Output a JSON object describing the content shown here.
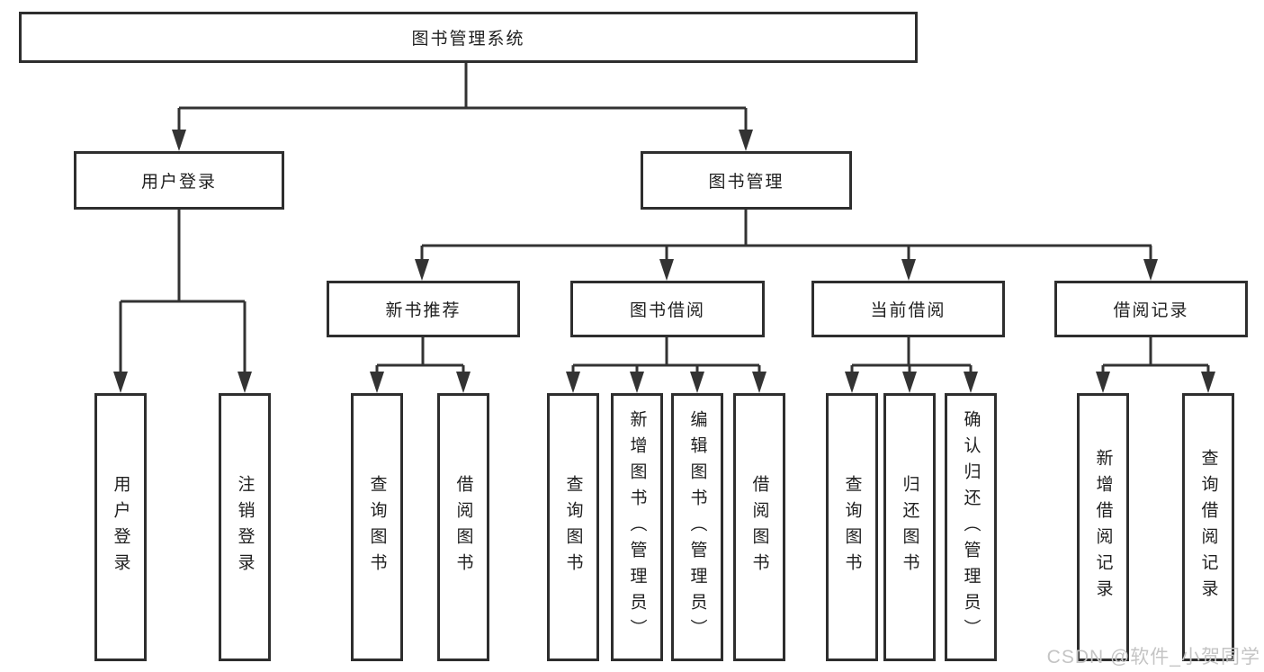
{
  "diagram": {
    "type": "hierarchy-tree",
    "colors": {
      "line": "#333333",
      "box_border": "#2e2e2e",
      "box_bg": "#ffffff",
      "text": "#1f1f1f",
      "watermark": "#c4c4c4",
      "background": "#ffffff"
    }
  },
  "nodes": {
    "root": "图书管理系统",
    "user_login": "用户登录",
    "book_mgmt": "图书管理",
    "new_books": "新书推荐",
    "book_borrow": "图书借阅",
    "current_borrow": "当前借阅",
    "borrow_records": "借阅记录",
    "leaf_user_login": "用户登录",
    "leaf_logout": "注销登录",
    "nb_query": "查询图书",
    "nb_borrow": "借阅图书",
    "bb_query": "查询图书",
    "bb_add": "新增图书（管理员）",
    "bb_edit": "编辑图书（管理员）",
    "bb_borrow": "借阅图书",
    "cb_query": "查询图书",
    "cb_return": "归还图书",
    "cb_confirm": "确认归还（管理员）",
    "br_add": "新增借阅记录",
    "br_query": "查询借阅记录"
  },
  "hierarchy": [
    {
      "parent": "图书管理系统",
      "children": [
        "用户登录",
        "图书管理"
      ]
    },
    {
      "parent": "用户登录",
      "children": [
        "用户登录",
        "注销登录"
      ]
    },
    {
      "parent": "图书管理",
      "children": [
        "新书推荐",
        "图书借阅",
        "当前借阅",
        "借阅记录"
      ]
    },
    {
      "parent": "新书推荐",
      "children": [
        "查询图书",
        "借阅图书"
      ]
    },
    {
      "parent": "图书借阅",
      "children": [
        "查询图书",
        "新增图书（管理员）",
        "编辑图书（管理员）",
        "借阅图书"
      ]
    },
    {
      "parent": "当前借阅",
      "children": [
        "查询图书",
        "归还图书",
        "确认归还（管理员）"
      ]
    },
    {
      "parent": "借阅记录",
      "children": [
        "新增借阅记录",
        "查询借阅记录"
      ]
    }
  ],
  "watermark": "CSDN @软件_小贺同学"
}
